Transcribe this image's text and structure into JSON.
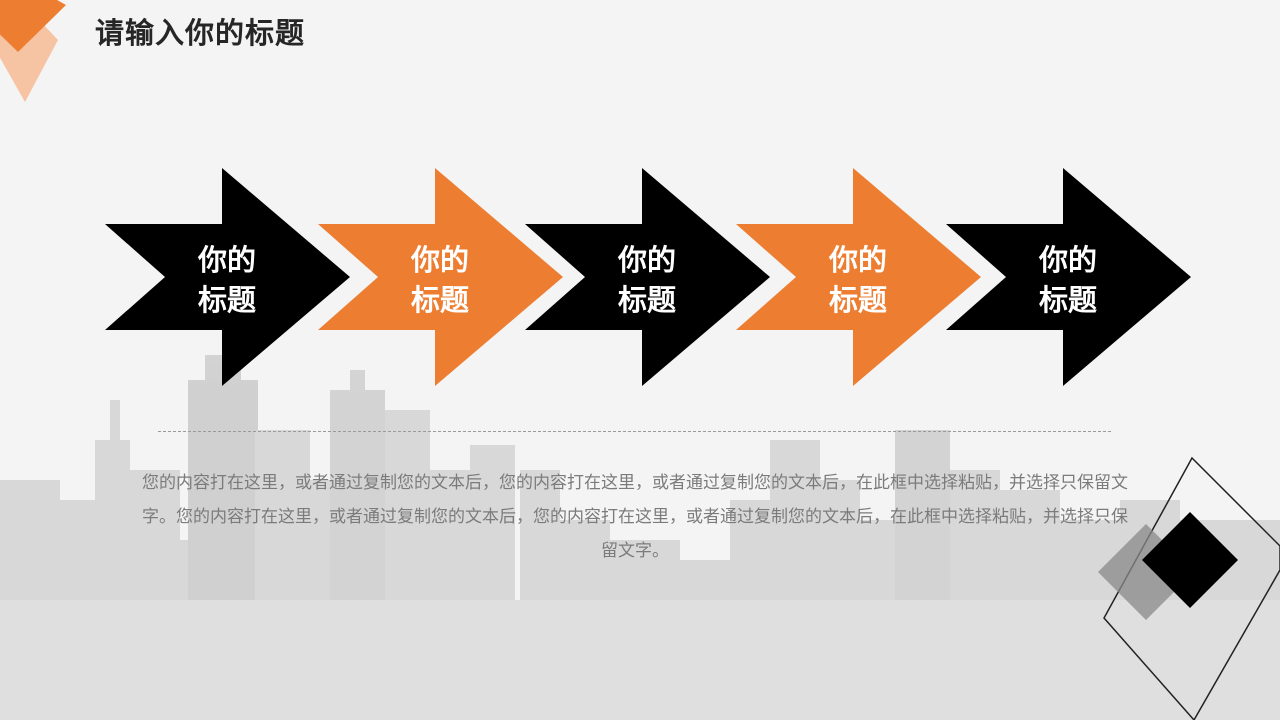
{
  "slide": {
    "title": "请输入你的标题",
    "body": "您的内容打在这里，或者通过复制您的文本后，您的内容打在这里，或者通过复制您的文本后，在此框中选择粘贴，并选择只保留文字。您的内容打在这里，或者通过复制您的文本后，您的内容打在这里，或者通过复制您的文本后，在此框中选择粘贴，并选择只保留文字。"
  },
  "arrows": [
    {
      "line1": "你的",
      "line2": "标题",
      "color": "#000000"
    },
    {
      "line1": "你的",
      "line2": "标题",
      "color": "#ed7d31"
    },
    {
      "line1": "你的",
      "line2": "标题",
      "color": "#000000"
    },
    {
      "line1": "你的",
      "line2": "标题",
      "color": "#ed7d31"
    },
    {
      "line1": "你的",
      "line2": "标题",
      "color": "#000000"
    }
  ],
  "colors": {
    "accent": "#ed7d31",
    "accent_light": "#f6c3a3",
    "dark": "#000000",
    "text": "#262626",
    "muted_text": "#7b7b7b"
  }
}
